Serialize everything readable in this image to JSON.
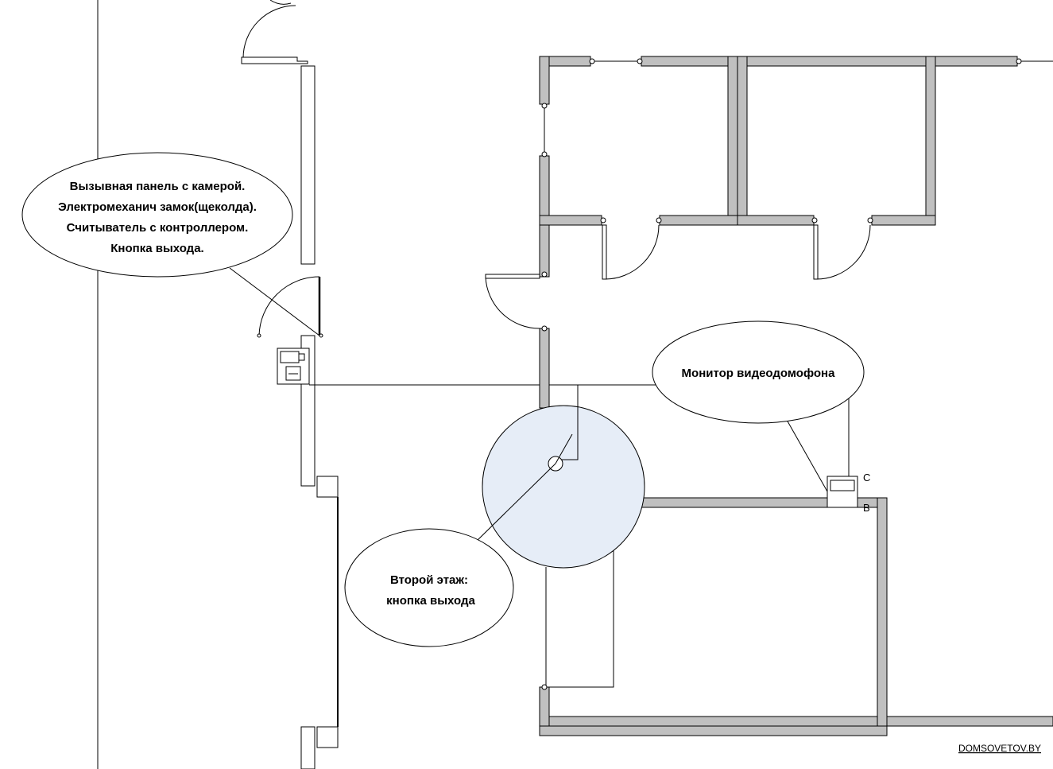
{
  "callouts": {
    "entry_panel": {
      "lines": [
        "Вызывная панель с камерой.",
        "Электромеханич замок(щеколда).",
        "Считыватель с контроллером.",
        "Кнопка выхода."
      ]
    },
    "monitor": {
      "lines": [
        "Монитор видеодомофона"
      ]
    },
    "second_floor": {
      "lines": [
        "Второй этаж:",
        "кнопка выхода"
      ]
    }
  },
  "terminals": {
    "c": "C",
    "b": "B"
  },
  "watermark": "DOMSOVETOV.BY",
  "colors": {
    "wall_fill": "#c0c0c0",
    "highlight_circle": "#e6edf7",
    "line": "#000000"
  }
}
